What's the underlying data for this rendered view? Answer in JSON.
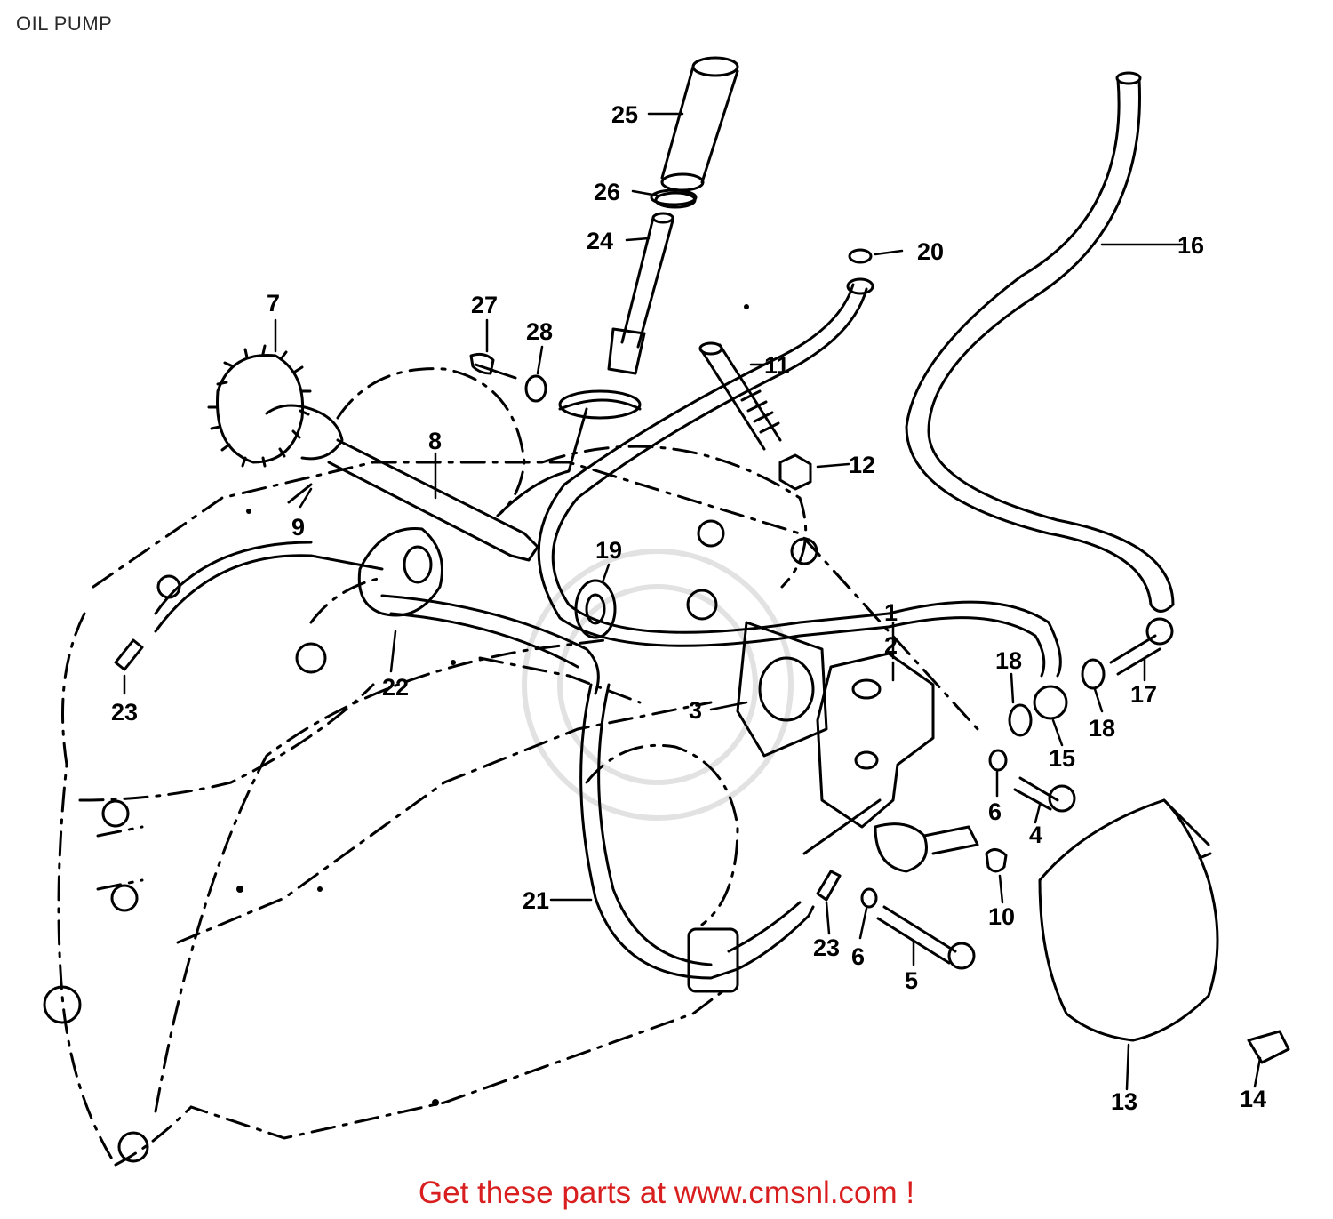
{
  "header": {
    "title": "OIL PUMP"
  },
  "footer": {
    "text": "Get these parts at www.cmsnl.com !"
  },
  "colors": {
    "footer_text": "#d81e1e",
    "line_art": "#000000",
    "title_text": "#2a2a2a"
  },
  "parts": [
    {
      "id": "p1",
      "label": "1"
    },
    {
      "id": "p2",
      "label": "2"
    },
    {
      "id": "p3",
      "label": "3"
    },
    {
      "id": "p4",
      "label": "4"
    },
    {
      "id": "p5",
      "label": "5"
    },
    {
      "id": "p6a",
      "label": "6"
    },
    {
      "id": "p6b",
      "label": "6"
    },
    {
      "id": "p7",
      "label": "7"
    },
    {
      "id": "p8",
      "label": "8"
    },
    {
      "id": "p9",
      "label": "9"
    },
    {
      "id": "p10",
      "label": "10"
    },
    {
      "id": "p11",
      "label": "11"
    },
    {
      "id": "p12",
      "label": "12"
    },
    {
      "id": "p13",
      "label": "13"
    },
    {
      "id": "p14",
      "label": "14"
    },
    {
      "id": "p15",
      "label": "15"
    },
    {
      "id": "p16",
      "label": "16"
    },
    {
      "id": "p17",
      "label": "17"
    },
    {
      "id": "p18a",
      "label": "18"
    },
    {
      "id": "p18b",
      "label": "18"
    },
    {
      "id": "p19",
      "label": "19"
    },
    {
      "id": "p20",
      "label": "20"
    },
    {
      "id": "p21",
      "label": "21"
    },
    {
      "id": "p22",
      "label": "22"
    },
    {
      "id": "p23a",
      "label": "23"
    },
    {
      "id": "p23b",
      "label": "23"
    },
    {
      "id": "p24",
      "label": "24"
    },
    {
      "id": "p25",
      "label": "25"
    },
    {
      "id": "p26",
      "label": "26"
    },
    {
      "id": "p27",
      "label": "27"
    },
    {
      "id": "p28",
      "label": "28"
    }
  ]
}
